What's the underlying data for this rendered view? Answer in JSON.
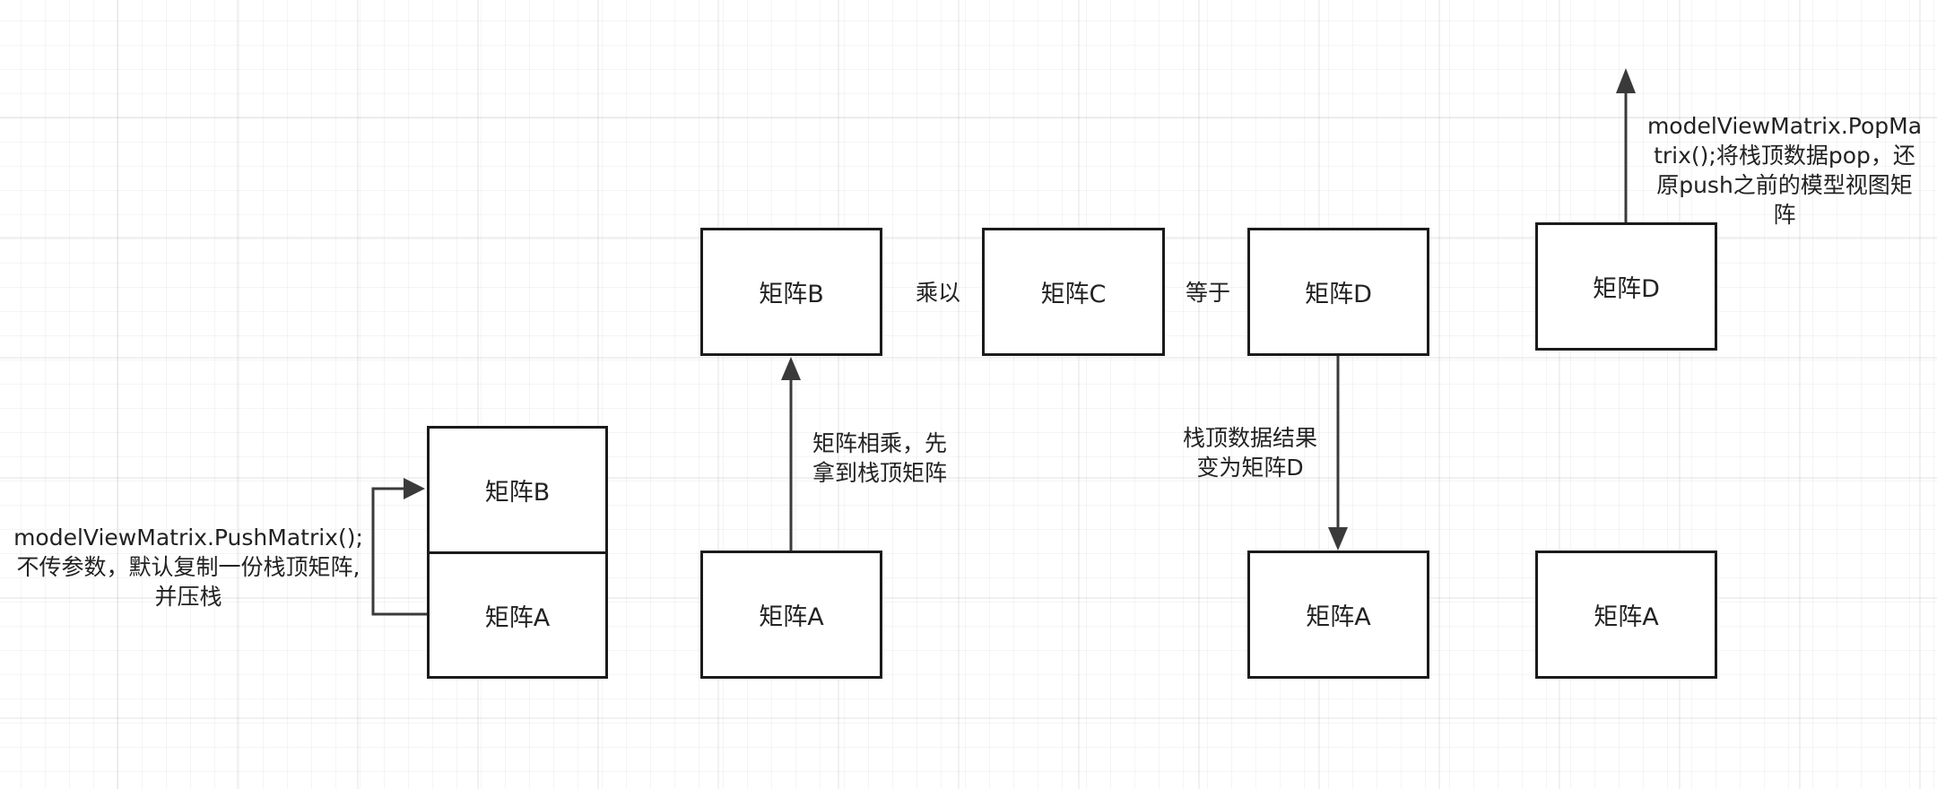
{
  "diagram": {
    "stack1": {
      "top": "矩阵B",
      "bottom": "矩阵A",
      "caption": [
        "modelViewMatrix.PushMatrix();",
        "不传参数，默认复制一份栈顶矩阵,",
        "并压栈"
      ]
    },
    "stack2": {
      "bottom": "矩阵A",
      "caption": [
        "矩阵相乘，先",
        "拿到栈顶矩阵"
      ]
    },
    "equation": {
      "left": "矩阵B",
      "op1": "乘以",
      "middle": "矩阵C",
      "op2": "等于",
      "result": "矩阵D"
    },
    "stack3": {
      "bottom": "矩阵A",
      "caption": [
        "栈顶数据结果",
        "变为矩阵D"
      ]
    },
    "stack4": {
      "top": "矩阵D",
      "bottom": "矩阵A",
      "caption": [
        "modelViewMatrix.PopMa",
        "trix();将栈顶数据pop，还",
        "原push之前的模型视图矩",
        "阵"
      ]
    },
    "colors": {
      "stroke": "#1b1b1b",
      "arrow": "#3a3a3a",
      "text": "#222222",
      "grid": "#e6e6e6"
    }
  }
}
